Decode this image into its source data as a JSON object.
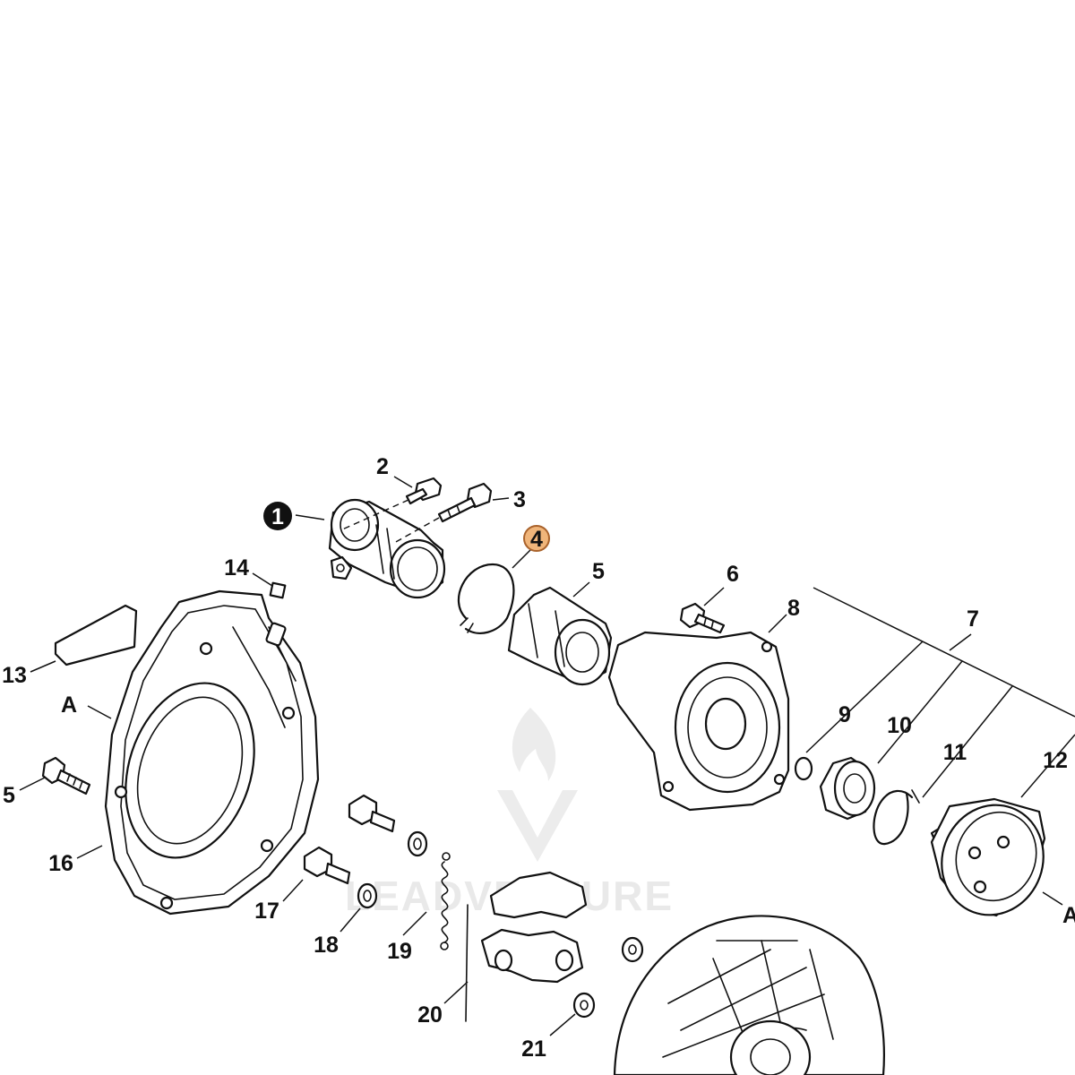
{
  "watermark": {
    "text": "LEADVENTURE"
  },
  "colors": {
    "highlight_fill": "#f0b57a",
    "highlight_stroke": "#a9622b",
    "ink": "#111111",
    "watermark": "#e9e9e9"
  },
  "section_markers": [
    {
      "id": "left",
      "label": "A"
    },
    {
      "id": "right",
      "label": "A"
    }
  ],
  "callouts": [
    {
      "id": "1",
      "label": "1",
      "style": "filled"
    },
    {
      "id": "2",
      "label": "2",
      "style": "plain"
    },
    {
      "id": "3",
      "label": "3",
      "style": "plain"
    },
    {
      "id": "4",
      "label": "4",
      "style": "highlighted"
    },
    {
      "id": "5a",
      "label": "5",
      "style": "plain"
    },
    {
      "id": "5b",
      "label": "5",
      "style": "plain"
    },
    {
      "id": "6",
      "label": "6",
      "style": "plain"
    },
    {
      "id": "7",
      "label": "7",
      "style": "plain"
    },
    {
      "id": "8",
      "label": "8",
      "style": "plain"
    },
    {
      "id": "9",
      "label": "9",
      "style": "plain"
    },
    {
      "id": "10",
      "label": "10",
      "style": "plain"
    },
    {
      "id": "11",
      "label": "11",
      "style": "plain"
    },
    {
      "id": "12",
      "label": "12",
      "style": "plain"
    },
    {
      "id": "13",
      "label": "13",
      "style": "plain"
    },
    {
      "id": "14",
      "label": "14",
      "style": "plain"
    },
    {
      "id": "16",
      "label": "16",
      "style": "plain"
    },
    {
      "id": "17",
      "label": "17",
      "style": "plain"
    },
    {
      "id": "18",
      "label": "18",
      "style": "plain"
    },
    {
      "id": "19",
      "label": "19",
      "style": "plain"
    },
    {
      "id": "20",
      "label": "20",
      "style": "plain"
    },
    {
      "id": "21",
      "label": "21",
      "style": "plain"
    }
  ]
}
